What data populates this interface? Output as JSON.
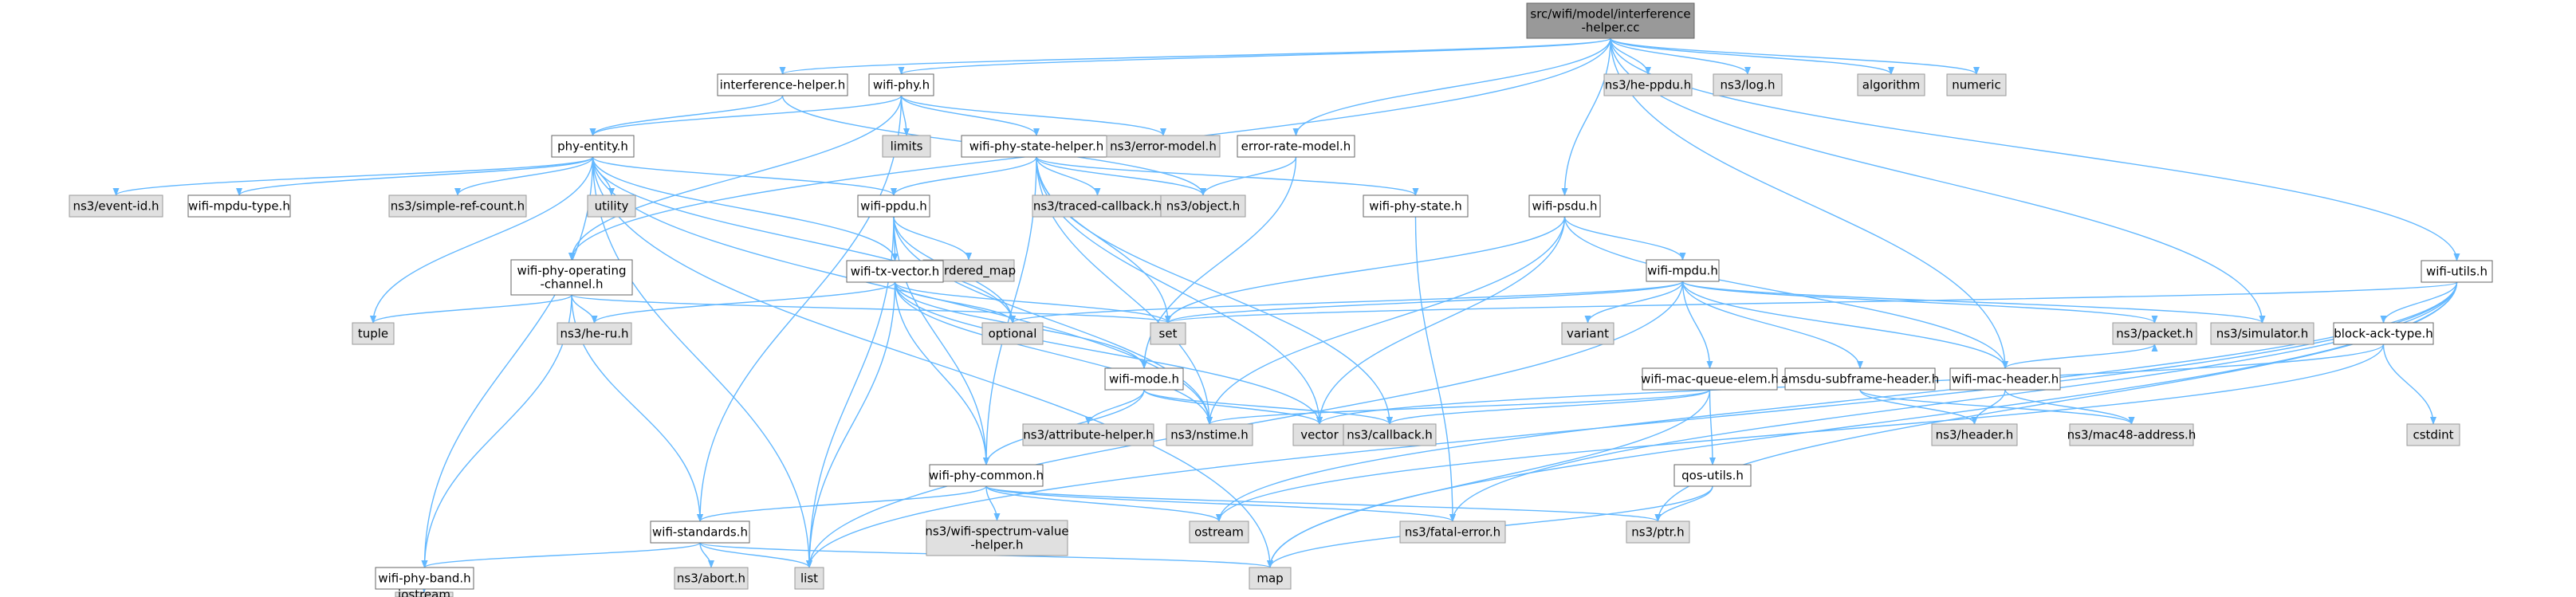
{
  "colors": {
    "root_fill": "#999999",
    "root_stroke": "#666666",
    "internal_fill": "#ffffff",
    "internal_stroke": "#666666",
    "external_fill": "#e0e0e0",
    "external_stroke": "#999999",
    "edge": "#63b8ff"
  },
  "nodes": [
    {
      "id": "root",
      "kind": "root",
      "lines": [
        "src/wifi/model/interference",
        "-helper.cc"
      ]
    },
    {
      "id": "interference_helper_h",
      "kind": "internal",
      "lines": [
        "interference-helper.h"
      ]
    },
    {
      "id": "wifi_phy_h",
      "kind": "internal",
      "lines": [
        "wifi-phy.h"
      ]
    },
    {
      "id": "ns3_he_ppdu_h",
      "kind": "external",
      "lines": [
        "ns3/he-ppdu.h"
      ]
    },
    {
      "id": "ns3_log_h",
      "kind": "external",
      "lines": [
        "ns3/log.h"
      ]
    },
    {
      "id": "algorithm",
      "kind": "external",
      "lines": [
        "algorithm"
      ]
    },
    {
      "id": "numeric",
      "kind": "external",
      "lines": [
        "numeric"
      ]
    },
    {
      "id": "phy_entity_h",
      "kind": "internal",
      "lines": [
        "phy-entity.h"
      ]
    },
    {
      "id": "limits",
      "kind": "external",
      "lines": [
        "limits"
      ]
    },
    {
      "id": "wifi_phy_state_helper_h",
      "kind": "internal",
      "lines": [
        "wifi-phy-state-helper.h"
      ]
    },
    {
      "id": "ns3_error_model_h",
      "kind": "external",
      "lines": [
        "ns3/error-model.h"
      ]
    },
    {
      "id": "error_rate_model_h",
      "kind": "internal",
      "lines": [
        "error-rate-model.h"
      ]
    },
    {
      "id": "ns3_event_id_h",
      "kind": "external",
      "lines": [
        "ns3/event-id.h"
      ]
    },
    {
      "id": "wifi_mpdu_type_h",
      "kind": "internal",
      "lines": [
        "wifi-mpdu-type.h"
      ]
    },
    {
      "id": "ns3_simple_ref_count_h",
      "kind": "external",
      "lines": [
        "ns3/simple-ref-count.h"
      ]
    },
    {
      "id": "utility",
      "kind": "external",
      "lines": [
        "utility"
      ]
    },
    {
      "id": "wifi_ppdu_h",
      "kind": "internal",
      "lines": [
        "wifi-ppdu.h"
      ]
    },
    {
      "id": "ns3_traced_callback_h",
      "kind": "external",
      "lines": [
        "ns3/traced-callback.h"
      ]
    },
    {
      "id": "ns3_object_h",
      "kind": "external",
      "lines": [
        "ns3/object.h"
      ]
    },
    {
      "id": "wifi_phy_state_h",
      "kind": "internal",
      "lines": [
        "wifi-phy-state.h"
      ]
    },
    {
      "id": "wifi_psdu_h",
      "kind": "internal",
      "lines": [
        "wifi-psdu.h"
      ]
    },
    {
      "id": "wifi_utils_h",
      "kind": "internal",
      "lines": [
        "wifi-utils.h"
      ]
    },
    {
      "id": "unordered_map",
      "kind": "external",
      "lines": [
        "unordered_map"
      ]
    },
    {
      "id": "wifi_mpdu_h",
      "kind": "internal",
      "lines": [
        "wifi-mpdu.h"
      ]
    },
    {
      "id": "wifi_phy_operating_channel_h",
      "kind": "internal",
      "lines": [
        "wifi-phy-operating",
        "-channel.h"
      ]
    },
    {
      "id": "wifi_tx_vector_h",
      "kind": "internal",
      "lines": [
        "wifi-tx-vector.h"
      ]
    },
    {
      "id": "tuple",
      "kind": "external",
      "lines": [
        "tuple"
      ]
    },
    {
      "id": "ns3_he_ru_h",
      "kind": "external",
      "lines": [
        "ns3/he-ru.h"
      ]
    },
    {
      "id": "optional",
      "kind": "external",
      "lines": [
        "optional"
      ]
    },
    {
      "id": "set",
      "kind": "external",
      "lines": [
        "set"
      ]
    },
    {
      "id": "variant",
      "kind": "external",
      "lines": [
        "variant"
      ]
    },
    {
      "id": "ns3_packet_h",
      "kind": "external",
      "lines": [
        "ns3/packet.h"
      ]
    },
    {
      "id": "ns3_simulator_h",
      "kind": "external",
      "lines": [
        "ns3/simulator.h"
      ]
    },
    {
      "id": "block_ack_type_h",
      "kind": "internal",
      "lines": [
        "block-ack-type.h"
      ]
    },
    {
      "id": "wifi_mode_h",
      "kind": "internal",
      "lines": [
        "wifi-mode.h"
      ]
    },
    {
      "id": "wifi_mac_queue_elem_h",
      "kind": "internal",
      "lines": [
        "wifi-mac-queue-elem.h"
      ]
    },
    {
      "id": "amsdu_subframe_header_h",
      "kind": "internal",
      "lines": [
        "amsdu-subframe-header.h"
      ]
    },
    {
      "id": "wifi_mac_header_h",
      "kind": "internal",
      "lines": [
        "wifi-mac-header.h"
      ]
    },
    {
      "id": "ns3_attribute_helper_h",
      "kind": "external",
      "lines": [
        "ns3/attribute-helper.h"
      ]
    },
    {
      "id": "ns3_nstime_h",
      "kind": "external",
      "lines": [
        "ns3/nstime.h"
      ]
    },
    {
      "id": "vector",
      "kind": "external",
      "lines": [
        "vector"
      ]
    },
    {
      "id": "ns3_callback_h",
      "kind": "external",
      "lines": [
        "ns3/callback.h"
      ]
    },
    {
      "id": "ns3_header_h",
      "kind": "external",
      "lines": [
        "ns3/header.h"
      ]
    },
    {
      "id": "ns3_mac48_address_h",
      "kind": "external",
      "lines": [
        "ns3/mac48-address.h"
      ]
    },
    {
      "id": "cstdint",
      "kind": "external",
      "lines": [
        "cstdint"
      ]
    },
    {
      "id": "wifi_phy_common_h",
      "kind": "internal",
      "lines": [
        "wifi-phy-common.h"
      ]
    },
    {
      "id": "qos_utils_h",
      "kind": "internal",
      "lines": [
        "qos-utils.h"
      ]
    },
    {
      "id": "ns3_wifi_spectrum_value_helper_h",
      "kind": "external",
      "lines": [
        "ns3/wifi-spectrum-value",
        "-helper.h"
      ]
    },
    {
      "id": "ostream",
      "kind": "external",
      "lines": [
        "ostream"
      ]
    },
    {
      "id": "ns3_fatal_error_h",
      "kind": "external",
      "lines": [
        "ns3/fatal-error.h"
      ]
    },
    {
      "id": "ns3_ptr_h",
      "kind": "external",
      "lines": [
        "ns3/ptr.h"
      ]
    },
    {
      "id": "wifi_standards_h",
      "kind": "internal",
      "lines": [
        "wifi-standards.h"
      ]
    },
    {
      "id": "wifi_phy_band_h",
      "kind": "internal",
      "lines": [
        "wifi-phy-band.h"
      ]
    },
    {
      "id": "ns3_abort_h",
      "kind": "external",
      "lines": [
        "ns3/abort.h"
      ]
    },
    {
      "id": "list",
      "kind": "external",
      "lines": [
        "list"
      ]
    },
    {
      "id": "map",
      "kind": "external",
      "lines": [
        "map"
      ]
    },
    {
      "id": "iostream",
      "kind": "external",
      "lines": [
        "iostream"
      ]
    }
  ],
  "edges": [
    [
      "root",
      "interference_helper_h"
    ],
    [
      "root",
      "wifi_phy_h"
    ],
    [
      "root",
      "ns3_he_ppdu_h"
    ],
    [
      "root",
      "ns3_log_h"
    ],
    [
      "root",
      "algorithm"
    ],
    [
      "root",
      "numeric"
    ],
    [
      "root",
      "error_rate_model_h"
    ],
    [
      "root",
      "wifi_psdu_h"
    ],
    [
      "root",
      "wifi_utils_h"
    ],
    [
      "root",
      "wifi_phy_operating_channel_h"
    ],
    [
      "root",
      "wifi_mac_header_h"
    ],
    [
      "root",
      "ns3_simulator_h"
    ],
    [
      "interference_helper_h",
      "phy_entity_h"
    ],
    [
      "interference_helper_h",
      "ns3_object_h"
    ],
    [
      "wifi_phy_h",
      "phy_entity_h"
    ],
    [
      "wifi_phy_h",
      "limits"
    ],
    [
      "wifi_phy_h",
      "wifi_phy_state_helper_h"
    ],
    [
      "wifi_phy_h",
      "ns3_error_model_h"
    ],
    [
      "wifi_phy_h",
      "wifi_phy_operating_channel_h"
    ],
    [
      "wifi_phy_h",
      "wifi_standards_h"
    ],
    [
      "phy_entity_h",
      "ns3_event_id_h"
    ],
    [
      "phy_entity_h",
      "wifi_mpdu_type_h"
    ],
    [
      "phy_entity_h",
      "ns3_simple_ref_count_h"
    ],
    [
      "phy_entity_h",
      "utility"
    ],
    [
      "phy_entity_h",
      "wifi_ppdu_h"
    ],
    [
      "phy_entity_h",
      "wifi_tx_vector_h"
    ],
    [
      "phy_entity_h",
      "tuple"
    ],
    [
      "phy_entity_h",
      "optional"
    ],
    [
      "phy_entity_h",
      "ns3_nstime_h"
    ],
    [
      "phy_entity_h",
      "list"
    ],
    [
      "phy_entity_h",
      "map"
    ],
    [
      "phy_entity_h",
      "wifi_phy_band_h"
    ],
    [
      "wifi_phy_state_helper_h",
      "wifi_ppdu_h"
    ],
    [
      "wifi_phy_state_helper_h",
      "ns3_traced_callback_h"
    ],
    [
      "wifi_phy_state_helper_h",
      "ns3_object_h"
    ],
    [
      "wifi_phy_state_helper_h",
      "wifi_phy_state_h"
    ],
    [
      "wifi_phy_state_helper_h",
      "ns3_callback_h"
    ],
    [
      "wifi_phy_state_helper_h",
      "vector"
    ],
    [
      "wifi_phy_state_helper_h",
      "ns3_nstime_h"
    ],
    [
      "wifi_phy_state_helper_h",
      "wifi_phy_common_h"
    ],
    [
      "wifi_phy_state_helper_h",
      "set"
    ],
    [
      "error_rate_model_h",
      "ns3_object_h"
    ],
    [
      "error_rate_model_h",
      "wifi_mode_h"
    ],
    [
      "wifi_ppdu_h",
      "unordered_map"
    ],
    [
      "wifi_ppdu_h",
      "wifi_tx_vector_h"
    ],
    [
      "wifi_ppdu_h",
      "optional"
    ],
    [
      "wifi_ppdu_h",
      "list"
    ],
    [
      "wifi_ppdu_h",
      "ns3_nstime_h"
    ],
    [
      "wifi_ppdu_h",
      "wifi_phy_common_h"
    ],
    [
      "wifi_phy_state_h",
      "ns3_fatal_error_h"
    ],
    [
      "wifi_psdu_h",
      "wifi_mpdu_h"
    ],
    [
      "wifi_psdu_h",
      "set"
    ],
    [
      "wifi_psdu_h",
      "ns3_nstime_h"
    ],
    [
      "wifi_psdu_h",
      "vector"
    ],
    [
      "wifi_psdu_h",
      "wifi_mac_header_h"
    ],
    [
      "wifi_utils_h",
      "block_ack_type_h"
    ],
    [
      "wifi_utils_h",
      "ns3_fatal_error_h"
    ],
    [
      "wifi_utils_h",
      "ns3_ptr_h"
    ],
    [
      "wifi_utils_h",
      "list"
    ],
    [
      "wifi_utils_h",
      "map"
    ],
    [
      "wifi_utils_h",
      "set"
    ],
    [
      "wifi_utils_h",
      "ostream"
    ],
    [
      "wifi_mpdu_h",
      "variant"
    ],
    [
      "wifi_mpdu_h",
      "set"
    ],
    [
      "wifi_mpdu_h",
      "ns3_packet_h"
    ],
    [
      "wifi_mpdu_h",
      "ns3_simulator_h"
    ],
    [
      "wifi_mpdu_h",
      "wifi_mac_queue_elem_h"
    ],
    [
      "wifi_mpdu_h",
      "amsdu_subframe_header_h"
    ],
    [
      "wifi_mpdu_h",
      "wifi_mac_header_h"
    ],
    [
      "wifi_mpdu_h",
      "list"
    ],
    [
      "wifi_mpdu_h",
      "optional"
    ],
    [
      "wifi_phy_operating_channel_h",
      "tuple"
    ],
    [
      "wifi_phy_operating_channel_h",
      "ns3_he_ru_h"
    ],
    [
      "wifi_phy_operating_channel_h",
      "set"
    ],
    [
      "wifi_phy_operating_channel_h",
      "wifi_standards_h"
    ],
    [
      "wifi_phy_operating_channel_h",
      "wifi_phy_band_h"
    ],
    [
      "wifi_tx_vector_h",
      "ns3_he_ru_h"
    ],
    [
      "wifi_tx_vector_h",
      "optional"
    ],
    [
      "wifi_tx_vector_h",
      "set"
    ],
    [
      "wifi_tx_vector_h",
      "wifi_mode_h"
    ],
    [
      "wifi_tx_vector_h",
      "wifi_phy_common_h"
    ],
    [
      "wifi_tx_vector_h",
      "list"
    ],
    [
      "wifi_tx_vector_h",
      "vector"
    ],
    [
      "wifi_tx_vector_h",
      "ns3_nstime_h"
    ],
    [
      "wifi_mode_h",
      "ns3_attribute_helper_h"
    ],
    [
      "wifi_mode_h",
      "ns3_callback_h"
    ],
    [
      "wifi_mode_h",
      "vector"
    ],
    [
      "wifi_mode_h",
      "wifi_phy_common_h"
    ],
    [
      "wifi_mac_queue_elem_h",
      "ns3_nstime_h"
    ],
    [
      "wifi_mac_queue_elem_h",
      "ns3_callback_h"
    ],
    [
      "wifi_mac_queue_elem_h",
      "qos_utils_h"
    ],
    [
      "wifi_mac_queue_elem_h",
      "map"
    ],
    [
      "amsdu_subframe_header_h",
      "ns3_header_h"
    ],
    [
      "amsdu_subframe_header_h",
      "ns3_mac48_address_h"
    ],
    [
      "wifi_mac_header_h",
      "ns3_header_h"
    ],
    [
      "wifi_mac_header_h",
      "ns3_mac48_address_h"
    ],
    [
      "wifi_mac_header_h",
      "ns3_packet_h"
    ],
    [
      "block_ack_type_h",
      "cstdint"
    ],
    [
      "block_ack_type_h",
      "ostream"
    ],
    [
      "block_ack_type_h",
      "vector"
    ],
    [
      "wifi_phy_common_h",
      "ns3_wifi_spectrum_value_helper_h"
    ],
    [
      "wifi_phy_common_h",
      "ostream"
    ],
    [
      "wifi_phy_common_h",
      "ns3_fatal_error_h"
    ],
    [
      "wifi_phy_common_h",
      "ns3_ptr_h"
    ],
    [
      "wifi_phy_common_h",
      "wifi_standards_h"
    ],
    [
      "qos_utils_h",
      "ns3_ptr_h"
    ],
    [
      "qos_utils_h",
      "map"
    ],
    [
      "wifi_standards_h",
      "ns3_abort_h"
    ],
    [
      "wifi_standards_h",
      "list"
    ],
    [
      "wifi_standards_h",
      "map"
    ],
    [
      "wifi_standards_h",
      "wifi_phy_band_h"
    ],
    [
      "wifi_phy_band_h",
      "iostream"
    ]
  ]
}
